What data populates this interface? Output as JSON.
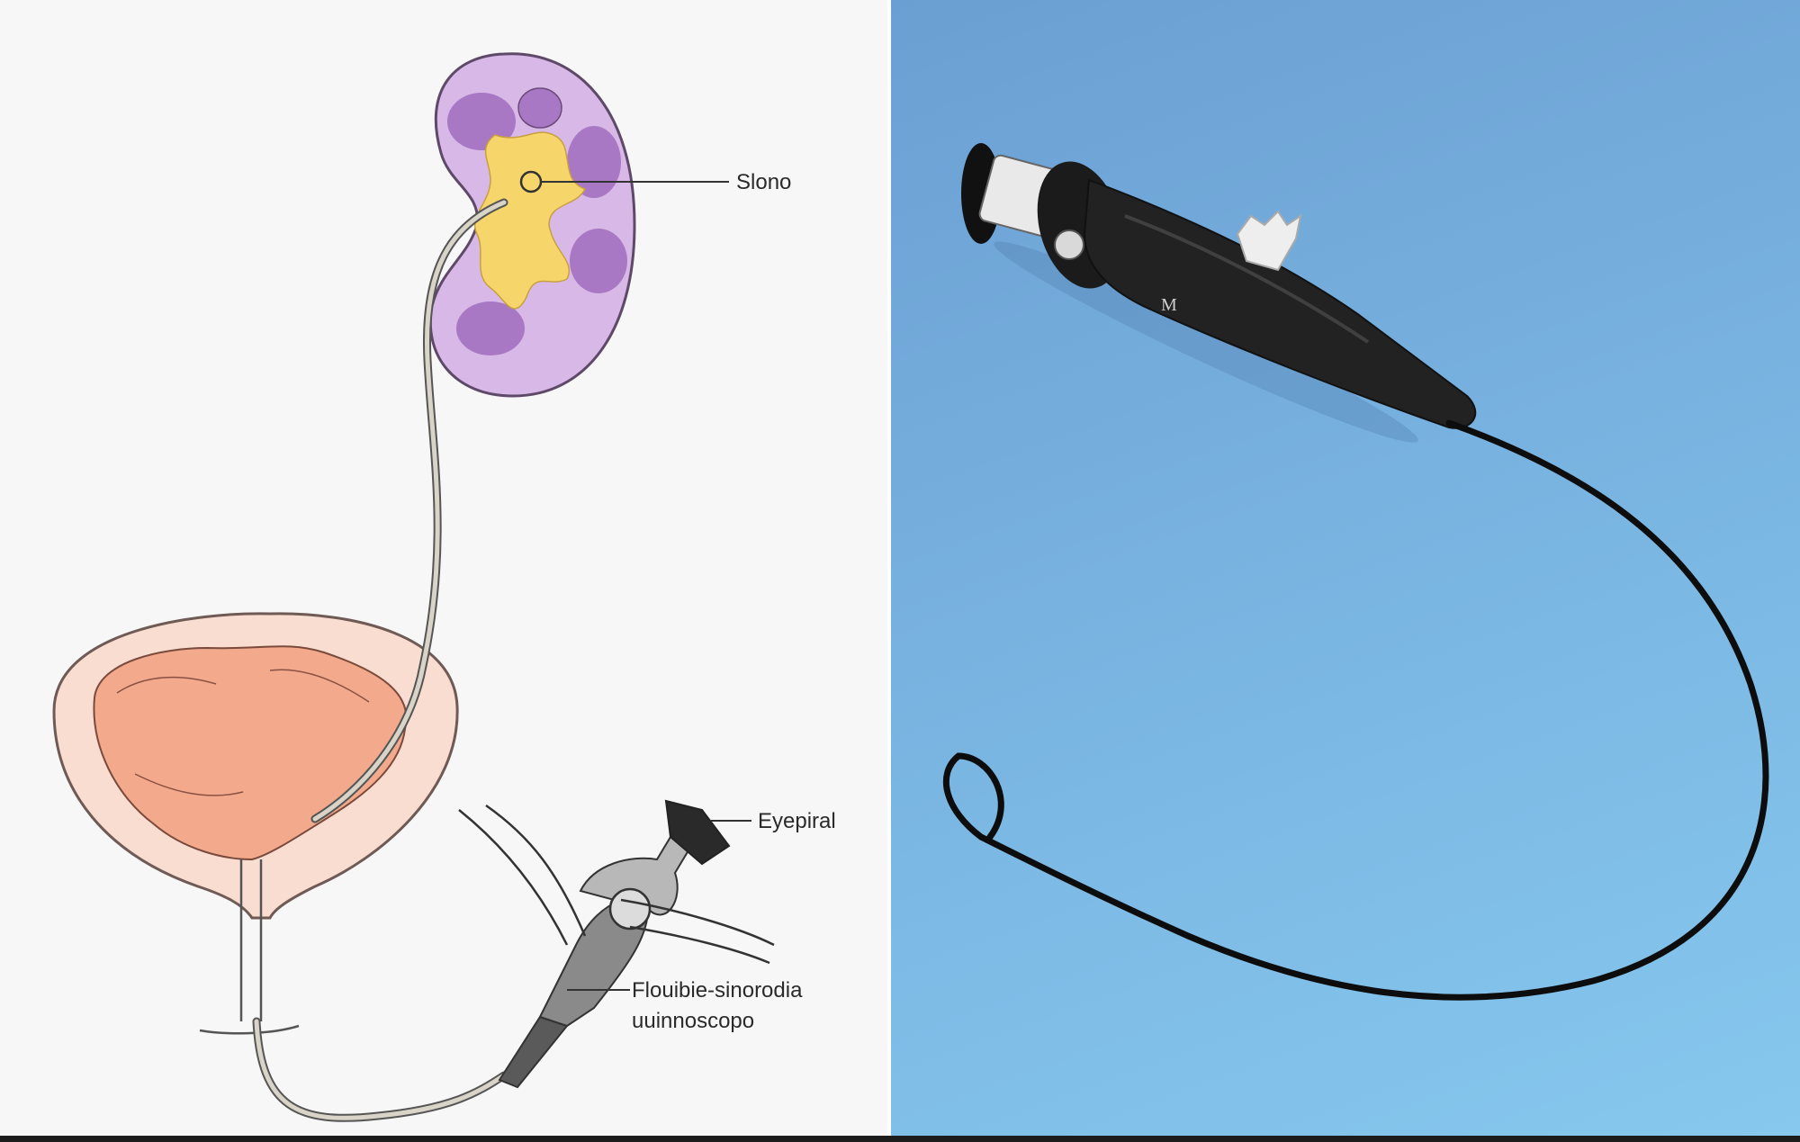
{
  "diagram": {
    "labels": {
      "stone": "Slono",
      "eyepiece": "Eyepiral",
      "scope_line1": "Flouibie-sinorodia",
      "scope_line2": "uuinnoscopo"
    },
    "colors": {
      "kidney": "#d7b8e6",
      "renal_pelvis": "#f6d66b",
      "bladder_outer": "#f8ddd0",
      "bladder_inner": "#f2a98c",
      "scope_body": "#444444",
      "right_background": "#78b2e0"
    }
  },
  "photo": {
    "device_marking": "M"
  }
}
